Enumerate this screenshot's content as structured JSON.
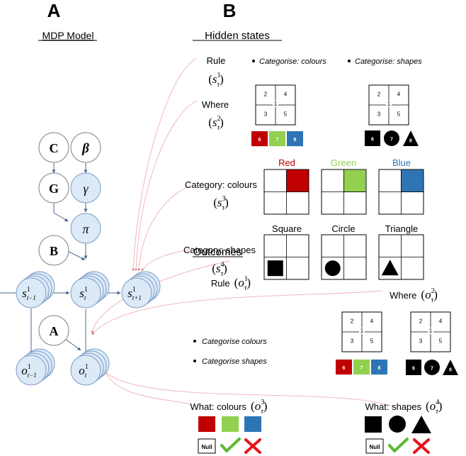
{
  "panels": {
    "a": "A",
    "b": "B"
  },
  "mdp": {
    "title": "MDP Model",
    "nodes": {
      "c": "C",
      "beta": "β",
      "g": "G",
      "gamma": "γ",
      "pi": "π",
      "b": "B",
      "a": "A",
      "s_prev": {
        "base": "s",
        "sup": "1",
        "sub": "t−1"
      },
      "s_now": {
        "base": "s",
        "sup": "1",
        "sub": "t"
      },
      "s_next": {
        "base": "s",
        "sup": "1",
        "sub": "t+1"
      },
      "o_prev": {
        "base": "o",
        "sup": "1",
        "sub": "t−1"
      },
      "o_now": {
        "base": "o",
        "sup": "1",
        "sub": "t"
      }
    },
    "colors": {
      "node_fill": "#dce9f7",
      "node_stroke": "#7a9cc6",
      "link": "#f0b0b6",
      "arrow": "#486a91"
    }
  },
  "hidden_states": {
    "title": "Hidden states",
    "rule": {
      "label": "Rule",
      "sym": {
        "open": "(",
        "base": "s",
        "sup": "1",
        "sub": "τ",
        "close": ")"
      },
      "options": [
        "Categorise: colours",
        "Categorise: shapes"
      ]
    },
    "where": {
      "label": "Where",
      "sym": {
        "open": "(",
        "base": "s",
        "sup": "2",
        "sub": "τ",
        "close": ")"
      },
      "grid": [
        "2",
        "4",
        "1",
        "3",
        "5"
      ],
      "colour_boxes": [
        "6",
        "7",
        "8"
      ],
      "shape_boxes": [
        "6",
        "7",
        "8"
      ]
    },
    "category_colours": {
      "label": "Category: colours",
      "sym": {
        "open": "(",
        "base": "s",
        "sup": "3",
        "sub": "τ",
        "close": ")"
      },
      "items": [
        "Red",
        "Green",
        "Blue"
      ]
    },
    "category_shapes": {
      "label": "Category: shapes",
      "sym": {
        "open": "(",
        "base": "s",
        "sup": "4",
        "sub": "τ",
        "close": ")"
      },
      "items": [
        "Square",
        "Circle",
        "Triangle"
      ]
    }
  },
  "outcomes": {
    "title": "Outcomes",
    "rule": {
      "label": "Rule",
      "sym": {
        "open": "(",
        "base": "o",
        "sup": "1",
        "sub": "τ",
        "close": ")"
      },
      "options": [
        "Categorise colours",
        "Categorise shapes"
      ]
    },
    "where": {
      "label": "Where",
      "sym": {
        "open": "(",
        "base": "o",
        "sup": "2",
        "sub": "τ",
        "close": ")"
      },
      "grid": [
        "2",
        "4",
        "1",
        "3",
        "5"
      ],
      "colour_boxes": [
        "6",
        "7",
        "8"
      ],
      "shape_boxes": [
        "6",
        "7",
        "8"
      ]
    },
    "what_colours": {
      "label": "What: colours",
      "sym": {
        "open": "(",
        "base": "o",
        "sup": "3",
        "sub": "τ",
        "close": ")"
      },
      "null": "Null"
    },
    "what_shapes": {
      "label": "What: shapes",
      "sym": {
        "open": "(",
        "base": "o",
        "sup": "4",
        "sub": "τ",
        "close": ")"
      },
      "null": "Null"
    }
  },
  "colors": {
    "red": "#c00000",
    "green": "#92d050",
    "blue": "#2e75b6",
    "red_text": "#c00000",
    "green_text": "#92d050",
    "blue_text": "#2e75b6",
    "check": "#5fb832",
    "cross": "#e8131b"
  }
}
